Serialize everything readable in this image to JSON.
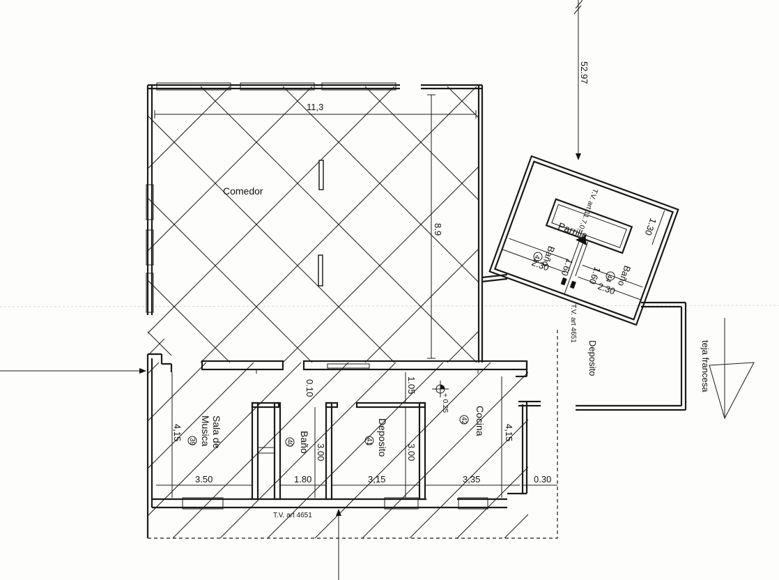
{
  "rooms": {
    "comedor": "Comedor",
    "parrilla": "Parrilla",
    "bano_43": "Baño",
    "bano_44": "Baño",
    "deposito_ext": "Deposito",
    "sala_musica_1": "Sala de",
    "sala_musica_2": "Musica",
    "bano_40": "Baño",
    "deposito_41": "Deposito",
    "cocina": "Cocina"
  },
  "numbers": {
    "n39": "39",
    "n40": "40",
    "n41": "41",
    "n42": "42",
    "n43": "43",
    "n44": "44"
  },
  "dims": {
    "d_52_97": "52.97",
    "d_11_3": "11,3",
    "d_8_9": "8.9",
    "d_1_30": "1.30",
    "d_2_30a": "2.30",
    "d_1_60a": "1.60",
    "d_1_60b": "1.60",
    "d_2_30b": "2.30",
    "d_0_10": "0.10",
    "d_1_05": "1.05",
    "d_plus_025": "+ 0.25",
    "d_4_15a": "4,15",
    "d_3_00a": "3.00",
    "d_3_00b": "3.00",
    "d_4_15b": "4,15",
    "d_3_50": "3.50",
    "d_1_80": "1.80",
    "d_3_15": "3,15",
    "d_3_35": "3,35",
    "d_0_30": "0.30"
  },
  "notes": {
    "tv_4651_right": "T.V. art 4651",
    "tv_11_70": "T.V. art 11.7.0",
    "tv_4651_bottom": "T.V. art 4651",
    "teja": "teja francesa"
  }
}
